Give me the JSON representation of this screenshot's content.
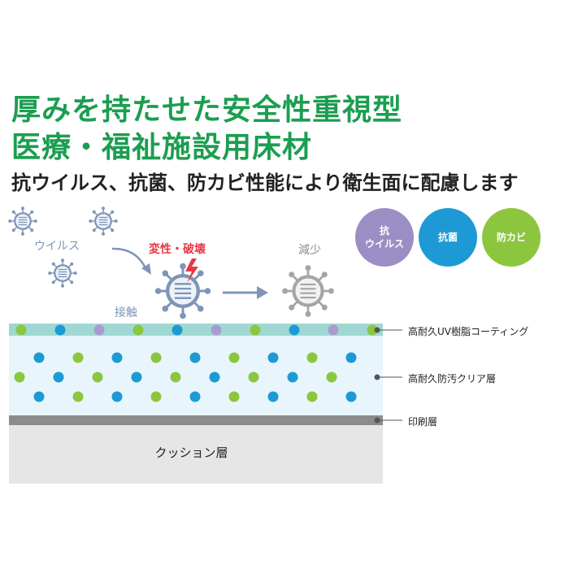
{
  "heading": {
    "line1": "厚みを持たせた安全性重視型",
    "line2": "医療・福祉施設用床材",
    "subtitle": "抗ウイルス、抗菌、防カビ性能により衛生面に配慮します"
  },
  "badges": [
    {
      "line1": "抗",
      "line2": "ウイルス",
      "color": "#9b8ec4"
    },
    {
      "line1": "抗菌",
      "line2": "",
      "color": "#1d9ad6"
    },
    {
      "line1": "防カビ",
      "line2": "",
      "color": "#8cc63f"
    }
  ],
  "process": {
    "virus_label": "ウイルス",
    "contact_label": "接触",
    "destroy_label": "変性・破壊",
    "reduce_label": "減少"
  },
  "layers": {
    "coating": "高耐久UV樹脂コーティング",
    "clear": "高耐久防汚クリア層",
    "print": "印刷層",
    "cushion": "クッション層"
  },
  "colors": {
    "title_green": "#1b9e50",
    "dot_blue": "#1d9ad6",
    "dot_green": "#8cc63f",
    "dot_purple": "#a99bd0",
    "virus_blue": "#7e95b8",
    "virus_gray": "#9a9a9a",
    "accent_red": "#e63946"
  }
}
